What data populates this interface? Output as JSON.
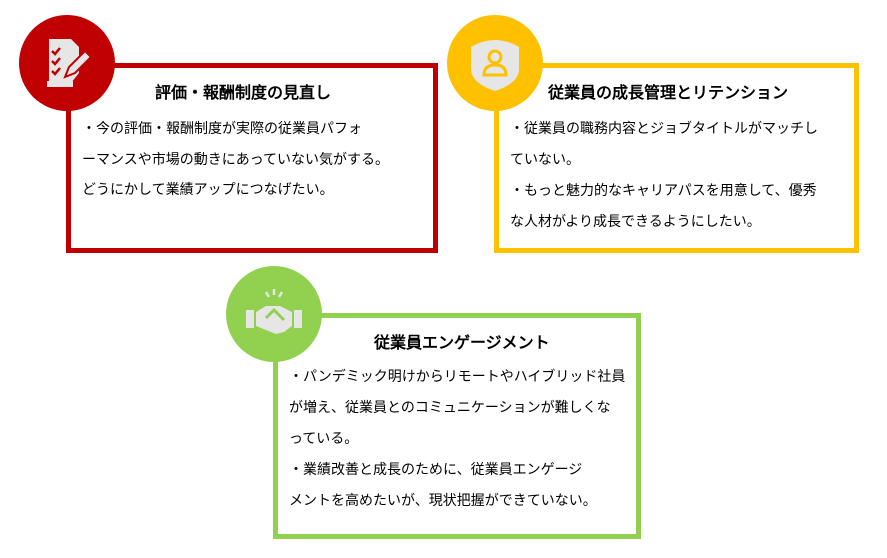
{
  "colors": {
    "red": "#C00000",
    "yellow": "#FFC000",
    "green": "#92D050",
    "icon_fill": "#E6E6E6"
  },
  "cards": [
    {
      "icon": "checklist-pencil-icon",
      "title": "評価・報酬制度の見直し",
      "lines": [
        "・今の評価・報酬制度が実際の従業員パフォ",
        "ーマンスや市場の動きにあっていない気がする。",
        "どうにかして業績アップにつなげたい。"
      ]
    },
    {
      "icon": "shield-user-icon",
      "title": "従業員の成長管理とリテンション",
      "lines": [
        "・従業員の職務内容とジョブタイトルがマッチし",
        "ていない。",
        "・もっと魅力的なキャリアパスを用意して、優秀",
        "な人材がより成長できるようにしたい。"
      ]
    },
    {
      "icon": "handshake-icon",
      "title": "従業員エンゲージメント",
      "lines": [
        "・パンデミック明けからリモートやハイブリッド社員",
        "が増え、従業員とのコミュニケーションが難しくな",
        "っている。",
        "・業績改善と成長のために、従業員エンゲージ",
        "メントを高めたいが、現状把握ができていない。"
      ]
    }
  ]
}
